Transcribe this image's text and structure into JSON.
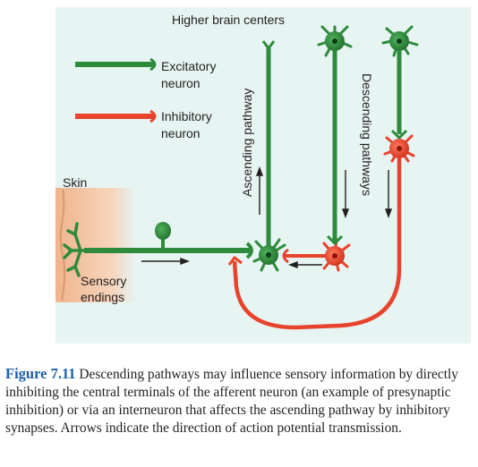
{
  "labels": {
    "higher_brain_centers": "Higher brain centers",
    "skin": "Skin",
    "sensory": "Sensory",
    "endings": "endings",
    "ascending_pathway": "Ascending pathway",
    "descending_pathways": "Descending pathways"
  },
  "legend": {
    "excitatory_line1": "Excitatory",
    "excitatory_line2": "neuron",
    "inhibitory_line1": "Inhibitory",
    "inhibitory_line2": "neuron"
  },
  "caption": {
    "figure_label": "Figure 7.11",
    "text": "Descending pathways may influence sensory information by directly inhibiting the central terminals of the afferent neuron (an example of presynaptic inhibition) or via an interneuron that affects the ascending pathway by inhibitory synapses. Arrows indicate the direction of action potential transmission."
  },
  "colors": {
    "excitatory": "#2e8b3c",
    "inhibitory": "#e8432d",
    "background": "#e6f4f2",
    "skin": "#f3c9a8",
    "caption_label": "#1d5ea8"
  }
}
